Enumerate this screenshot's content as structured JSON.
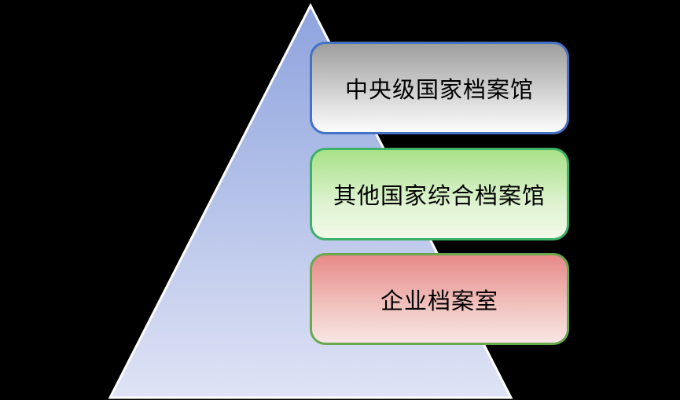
{
  "diagram": {
    "type": "pyramid-hierarchy",
    "background_color": "#000000",
    "pyramid": {
      "shape": "triangle",
      "fill_top": "#8da3de",
      "fill_bottom": "#dfe3f5",
      "stroke_color": "#ffffff"
    },
    "levels": [
      {
        "label": "中央级国家档案馆",
        "border_color": "#4472c4",
        "fill_top": "#9e9e9e",
        "fill_mid": "#d9d9d9",
        "fill_bottom": "#fdfdfd",
        "text_color": "#000000"
      },
      {
        "label": "其他国家综合档案馆",
        "border_color": "#3db06a",
        "fill_top": "#a9e187",
        "fill_mid": "#dff3d2",
        "fill_bottom": "#f2fae9",
        "text_color": "#000000"
      },
      {
        "label": "企业档案室",
        "border_color": "#6aa84f",
        "fill_top": "#e78a88",
        "fill_mid": "#f2c6c2",
        "fill_bottom": "#f8e6e4",
        "text_color": "#000000"
      }
    ]
  }
}
